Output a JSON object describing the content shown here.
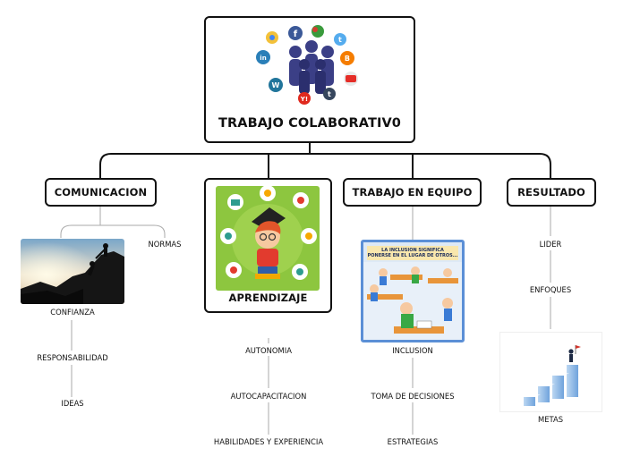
{
  "root": {
    "title": "TRABAJO COLABORATIV0"
  },
  "branches": {
    "comunicacion": {
      "label": "COMUNICACION",
      "items": [
        "NORMAS",
        "CONFIANZA",
        "RESPONSABILIDAD",
        "IDEAS"
      ]
    },
    "aprendizaje": {
      "label": "APRENDIZAJE",
      "items": [
        "AUTONOMIA",
        "AUTOCAPACITACION",
        "HABILIDADES Y EXPERIENCIA"
      ]
    },
    "trabajo_equipo": {
      "label": "TRABAJO EN EQUIPO",
      "image_caption": [
        "LA INCLUSION SIGNIFICA",
        "PONERSE EN EL LUGAR DE OTROS..."
      ],
      "items": [
        "INCLUSION",
        "TOMA DE DECISIONES",
        "ESTRATEGIAS"
      ]
    },
    "resultado": {
      "label": "RESULTADO",
      "items": [
        "LIDER",
        "ENFOQUES",
        "METAS"
      ]
    }
  },
  "colors": {
    "line": "#111111",
    "leaf_line": "#9a9a9a",
    "aprendizaje_bg": "#8dc63f",
    "inclusion_border": "#5b8fd6"
  },
  "icons": [
    "facebook-icon",
    "google-plus-icon",
    "twitter-icon",
    "linkedin-icon",
    "blogger-icon",
    "youtube-icon",
    "wordpress-icon",
    "yahoo-icon",
    "tumblr-icon",
    "chrome-icon"
  ]
}
